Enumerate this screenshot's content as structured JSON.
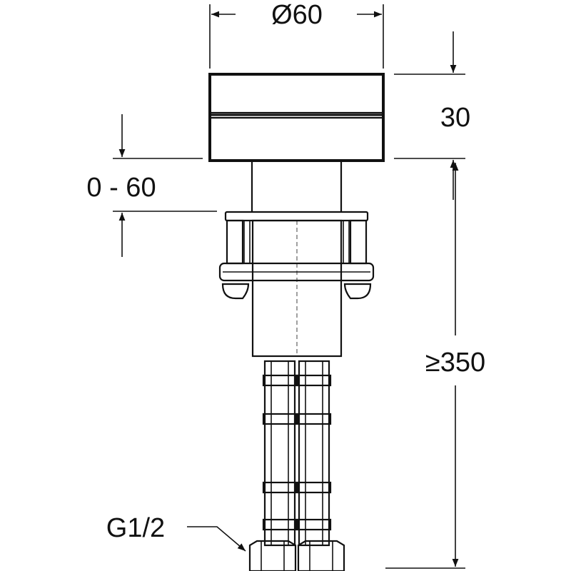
{
  "dimensions": {
    "diameter": "Ø60",
    "height": "30",
    "adjust_range": "0 - 60",
    "min_length": "≥350",
    "thread": "G1/2"
  },
  "colors": {
    "line": "#111111",
    "background": "#ffffff"
  }
}
